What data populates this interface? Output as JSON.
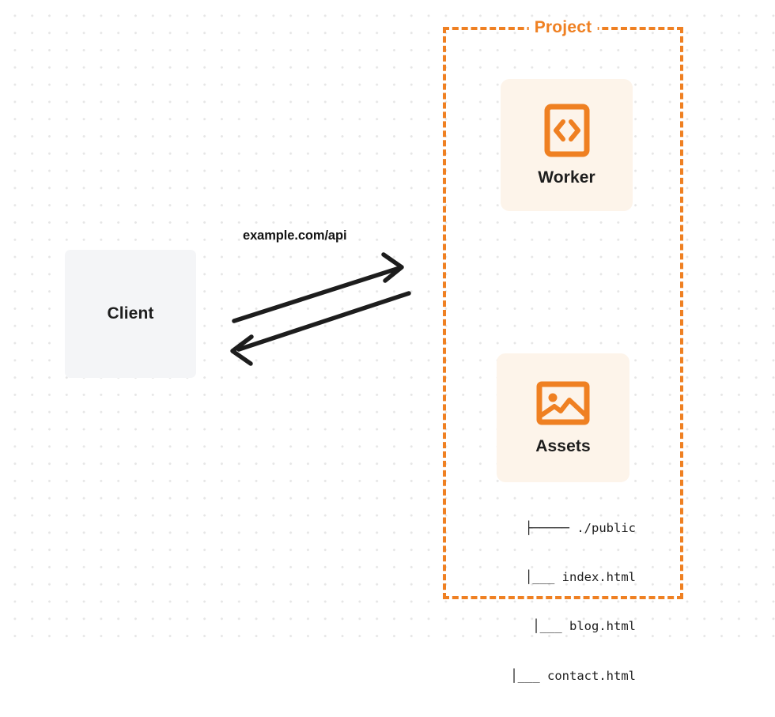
{
  "diagram": {
    "title": "Client to Project Worker and Assets request flow",
    "colors": {
      "accent": "#ef8022",
      "card_background": "#fdf4ea",
      "client_background": "#f4f5f7",
      "text": "#1d1d1d",
      "grid_dot": "#e6e6e6",
      "arrow": "#1d1d1d"
    }
  },
  "client": {
    "label": "Client"
  },
  "connector": {
    "label": "example.com/api",
    "request_arrow_name": "request-arrow",
    "response_arrow_name": "response-arrow"
  },
  "project": {
    "title": "Project",
    "cards": [
      {
        "id": "worker",
        "label": "Worker",
        "icon": "code-brackets-icon"
      },
      {
        "id": "assets",
        "label": "Assets",
        "icon": "image-icon"
      }
    ],
    "file_tree": [
      {
        "branch": "├─────",
        "name": "./public"
      },
      {
        "branch": "│___",
        "name": "index.html"
      },
      {
        "branch": "│___",
        "name": "blog.html"
      },
      {
        "branch": "│___",
        "name": "contact.html"
      }
    ]
  }
}
